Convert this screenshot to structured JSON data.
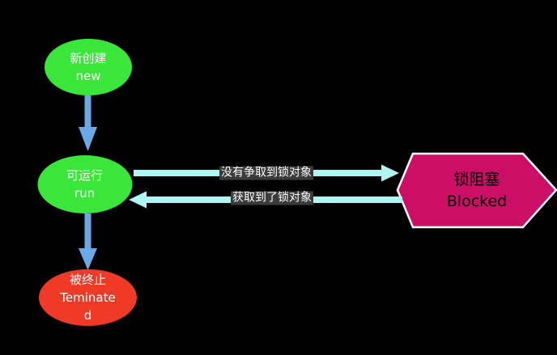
{
  "diagram": {
    "background": "#000000",
    "nodes": [
      {
        "id": "new",
        "shape": "ellipse",
        "label_zh": "新创建",
        "label_en": "new",
        "fill": "#39e639",
        "text_color": "#ffffff"
      },
      {
        "id": "run",
        "shape": "ellipse",
        "label_zh": "可运行",
        "label_en": "run",
        "fill": "#39e639",
        "text_color": "#ffffff"
      },
      {
        "id": "terminated",
        "shape": "ellipse",
        "label_zh": "被终止",
        "label_en": "Teminated",
        "fill": "#ee3a26",
        "text_color": "#ffffff"
      },
      {
        "id": "blocked",
        "shape": "hexagon",
        "label_zh": "锁阻塞",
        "label_en": "Blocked",
        "fill": "#cc0e66",
        "text_color": "#000000",
        "border_color": "#ffffff"
      }
    ],
    "edges": [
      {
        "id": "new-to-run",
        "from": "new",
        "to": "run",
        "direction": "down",
        "color": "#69a9e8",
        "label": ""
      },
      {
        "id": "run-to-terminated",
        "from": "run",
        "to": "terminated",
        "direction": "down",
        "color": "#69a9e8",
        "label": ""
      },
      {
        "id": "run-to-blocked",
        "from": "run",
        "to": "blocked",
        "direction": "right",
        "color": "#b0f4f4",
        "label": "没有争取到锁对象"
      },
      {
        "id": "blocked-to-run",
        "from": "blocked",
        "to": "run",
        "direction": "left",
        "color": "#b0f4f4",
        "label": "获取到了锁对象"
      }
    ],
    "edge_label_bg": "#3b3b3b",
    "edge_label_color": "#ffffff"
  }
}
